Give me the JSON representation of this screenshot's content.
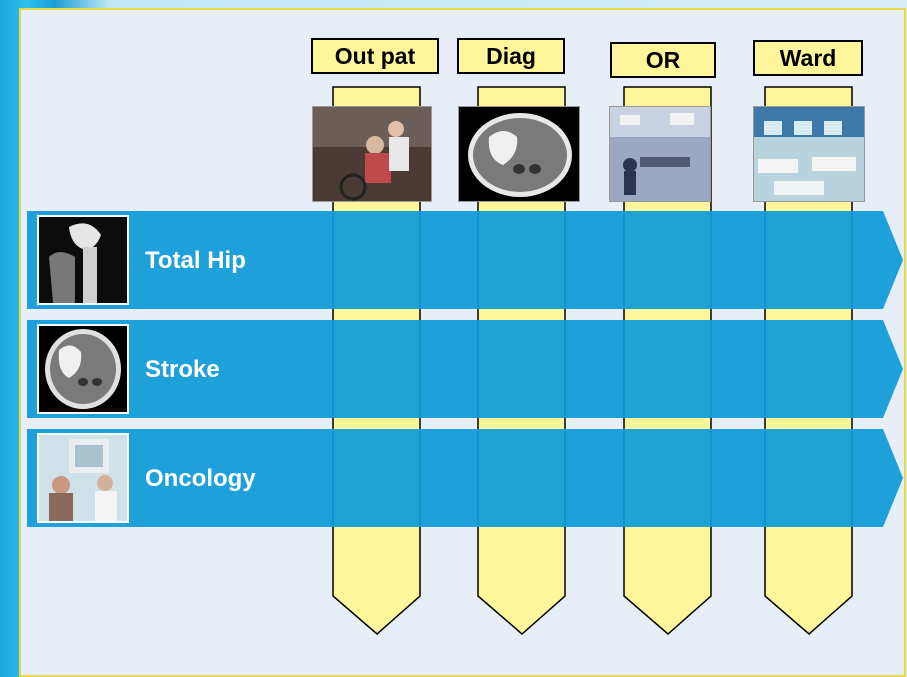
{
  "columns": [
    {
      "label": "Out pat",
      "photo": "outpatient-wheelchair-photo"
    },
    {
      "label": "Diag",
      "photo": "brain-ct-scan-photo"
    },
    {
      "label": "OR",
      "photo": "operating-room-photo"
    },
    {
      "label": "Ward",
      "photo": "hospital-ward-photo"
    }
  ],
  "rows": [
    {
      "label": "Total Hip",
      "photo": "hip-xray-photo"
    },
    {
      "label": "Stroke",
      "photo": "brain-ct-scan-photo"
    },
    {
      "label": "Oncology",
      "photo": "oncology-treatment-photo"
    }
  ],
  "colors": {
    "column_fill": "#fff59a",
    "band_fill": "#0e9bd8",
    "slide_bg": "#e8eef7",
    "slide_border": "#e8d84a"
  }
}
